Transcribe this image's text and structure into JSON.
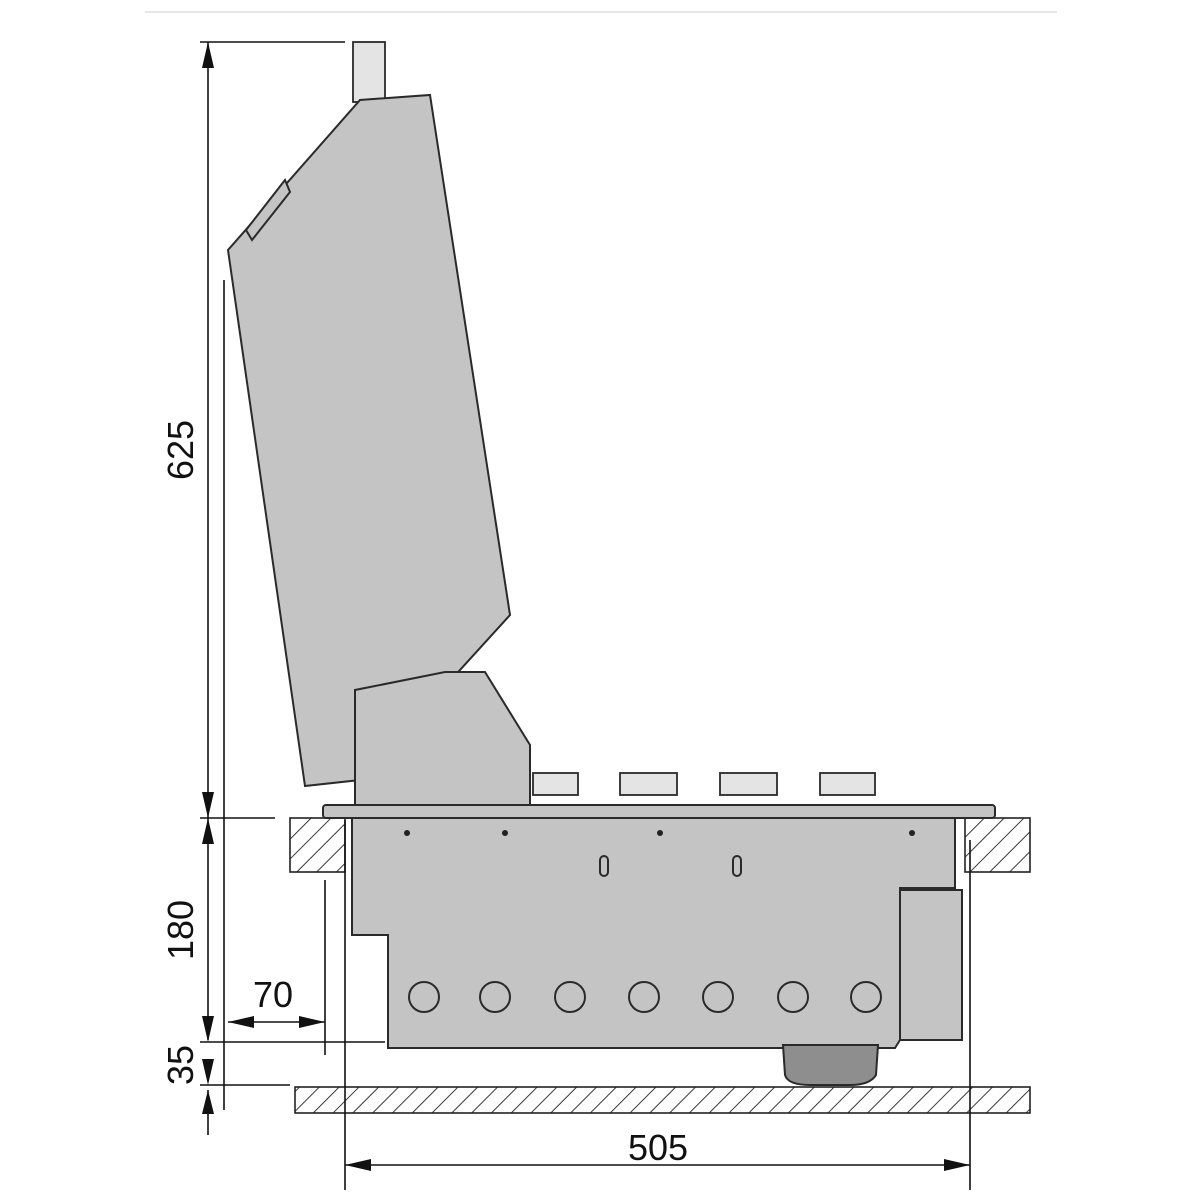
{
  "drawing": {
    "dimensions": {
      "height_above_counter": "625",
      "depth_below_counter": "180",
      "clearance_bottom": "35",
      "offset_left": "70",
      "width": "505"
    },
    "colors": {
      "body": "#c4c4c4",
      "line": "#111111",
      "hatch": "#222222"
    }
  }
}
